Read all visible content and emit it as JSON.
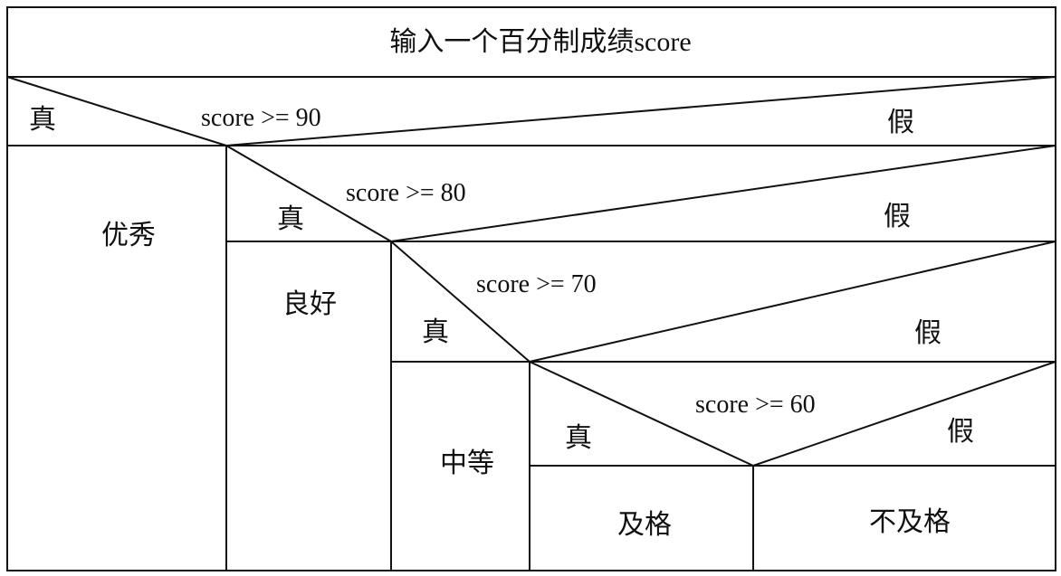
{
  "title": "输入一个百分制成绩score",
  "decisions": [
    {
      "condition": "score >= 90",
      "true_label": "真",
      "false_label": "假"
    },
    {
      "condition": "score >= 80",
      "true_label": "真",
      "false_label": "假"
    },
    {
      "condition": "score >= 70",
      "true_label": "真",
      "false_label": "假"
    },
    {
      "condition": "score >= 60",
      "true_label": "真",
      "false_label": "假"
    }
  ],
  "results": {
    "excellent": "优秀",
    "good": "良好",
    "medium": "中等",
    "pass": "及格",
    "fail": "不及格"
  }
}
